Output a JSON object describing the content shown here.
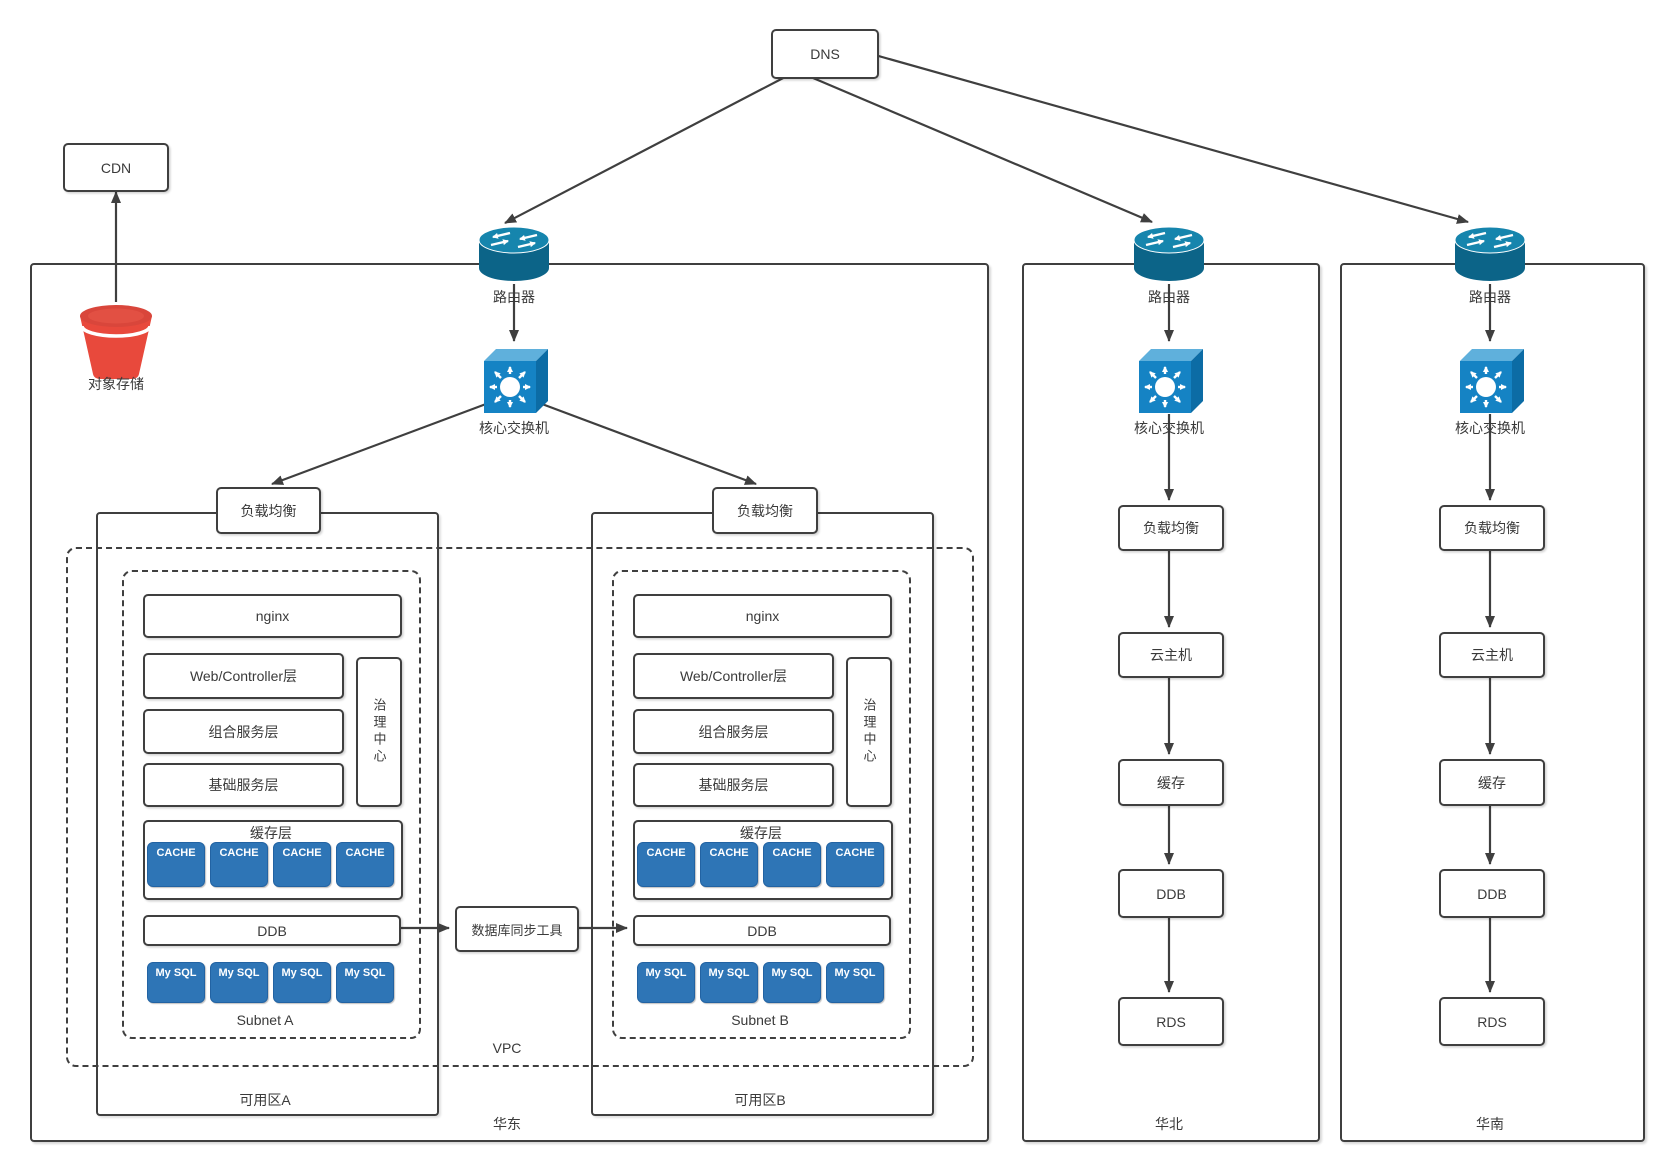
{
  "labels": {
    "dns": "DNS",
    "cdn": "CDN",
    "object_storage": "对象存储",
    "router": "路由器",
    "core_switch": "核心交换机",
    "load_balance": "负载均衡",
    "nginx": "nginx",
    "web_controller_layer": "Web/Controller层",
    "compose_service_layer": "组合服务层",
    "base_service_layer": "基础服务层",
    "cache_layer": "缓存层",
    "cache_node": "CACHE",
    "ddb": "DDB",
    "mysql_node": "My SQL",
    "governance_center": "治理中心",
    "db_sync_tool": "数据库同步工具",
    "cloud_host": "云主机",
    "cache": "缓存",
    "rds": "RDS",
    "subnet_a": "Subnet A",
    "subnet_b": "Subnet B",
    "vpc": "VPC",
    "zone_a": "可用区A",
    "zone_b": "可用区B",
    "region_east": "华东",
    "region_north": "华北",
    "region_south": "华南"
  },
  "colors": {
    "line": "#3f3f3f",
    "blue_node_fill": "#2e75b6",
    "router_body": "#0c6488",
    "router_top": "#1685ad",
    "switch_front": "#1583c4",
    "switch_top": "#5fb0dc",
    "switch_side": "#0c6ca5",
    "bucket_red": "#e8493c",
    "bucket_rim": "#d9463b"
  }
}
